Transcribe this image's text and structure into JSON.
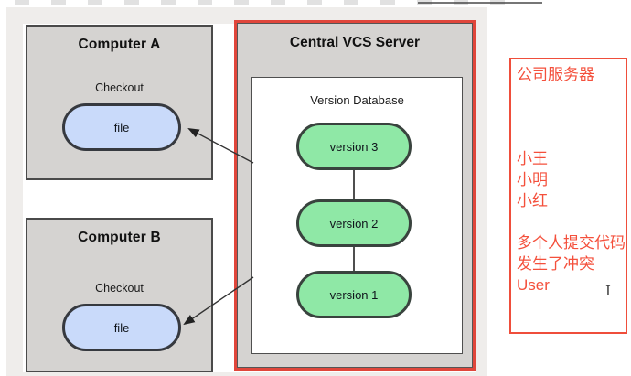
{
  "diagram": {
    "computer_a": {
      "title": "Computer A",
      "checkout_label": "Checkout",
      "file_label": "file"
    },
    "computer_b": {
      "title": "Computer B",
      "checkout_label": "Checkout",
      "file_label": "file"
    },
    "server": {
      "title": "Central VCS Server",
      "database": {
        "title": "Version Database",
        "versions": [
          "version 3",
          "version 2",
          "version 1"
        ]
      }
    }
  },
  "annotation_panel": {
    "lines": [
      "公司服务器",
      "",
      "",
      "",
      "小王",
      "小明",
      "小红",
      "",
      "多个人提交代码",
      "发生了冲突",
      "User"
    ],
    "cursor_glyph": "I"
  },
  "colors": {
    "server_highlight_border": "#e0463b",
    "annotation_border": "#ef4e3b",
    "annotation_text": "#f4503c",
    "computer_box_fill": "#d5d3d1",
    "file_node_fill": "#c9dafa",
    "version_node_fill": "#8fe8a6",
    "backdrop": "#efedeb"
  }
}
